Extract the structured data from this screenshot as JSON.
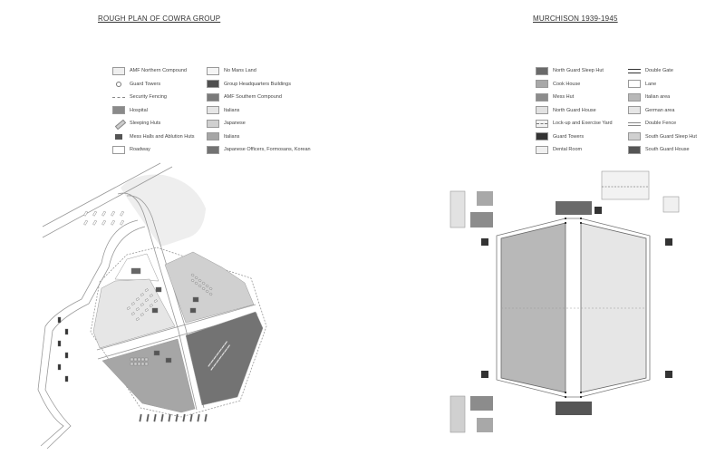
{
  "cowra": {
    "title": "ROUGH PLAN OF COWRA GROUP",
    "legend_col1": [
      {
        "label": "AMF Northern Compound",
        "kind": "fill",
        "color": "#efefef"
      },
      {
        "label": "Guard Towers",
        "kind": "circle",
        "color": "#888888"
      },
      {
        "label": "Security Fencing",
        "kind": "dashed",
        "color": "#888888"
      },
      {
        "label": "Hospital",
        "kind": "fill",
        "color": "#8a8a8a"
      },
      {
        "label": "Sleeping Huts",
        "kind": "hut",
        "color": "#bbbbbb"
      },
      {
        "label": "Mess Halls and Ablution Huts",
        "kind": "mess",
        "color": "#555555"
      },
      {
        "label": "Roadway",
        "kind": "fill",
        "color": "#ffffff"
      }
    ],
    "legend_col2": [
      {
        "label": "No Mans Land",
        "kind": "fill",
        "color": "#f5f5f5"
      },
      {
        "label": "Group Headquarters Buildings",
        "kind": "fill",
        "color": "#4f4f4f"
      },
      {
        "label": "AMF Southern Compound",
        "kind": "fill",
        "color": "#7a7a7a"
      },
      {
        "label": "Italians",
        "kind": "fill",
        "color": "#e6e6e6"
      },
      {
        "label": "Japanese",
        "kind": "fill",
        "color": "#d0d0d0"
      },
      {
        "label": "Italians",
        "kind": "fill",
        "color": "#a6a6a6"
      },
      {
        "label": "Japanese Officers, Formosans, Korean",
        "kind": "fill",
        "color": "#737373"
      }
    ]
  },
  "murchison": {
    "title": "MURCHISON 1939-1945",
    "legend_col1": [
      {
        "label": "North Guard Sleep Hut",
        "kind": "fill",
        "color": "#6a6a6a"
      },
      {
        "label": "Cook House",
        "kind": "fill",
        "color": "#a8a8a8"
      },
      {
        "label": "Mess Hut",
        "kind": "fill",
        "color": "#8c8c8c"
      },
      {
        "label": "North Guard House",
        "kind": "fill",
        "color": "#e2e2e2"
      },
      {
        "label": "Lock-up and Exercise Yard",
        "kind": "lockup",
        "color": "#f2f2f2"
      },
      {
        "label": "Guard Towers",
        "kind": "fill",
        "color": "#333333"
      },
      {
        "label": "Dental Room",
        "kind": "fill",
        "color": "#f0f0f0"
      }
    ],
    "legend_col2": [
      {
        "label": "Double Gate",
        "kind": "gate",
        "color": "#333333"
      },
      {
        "label": "Lane",
        "kind": "fill",
        "color": "#ffffff"
      },
      {
        "label": "Italian area",
        "kind": "fill",
        "color": "#b8b8b8"
      },
      {
        "label": "German area",
        "kind": "fill",
        "color": "#e6e6e6"
      },
      {
        "label": "Double Fence",
        "kind": "double",
        "color": "#888888"
      },
      {
        "label": "South Guard Sleep Hut",
        "kind": "fill",
        "color": "#d0d0d0"
      },
      {
        "label": "South Guard House",
        "kind": "fill",
        "color": "#555555"
      }
    ]
  }
}
